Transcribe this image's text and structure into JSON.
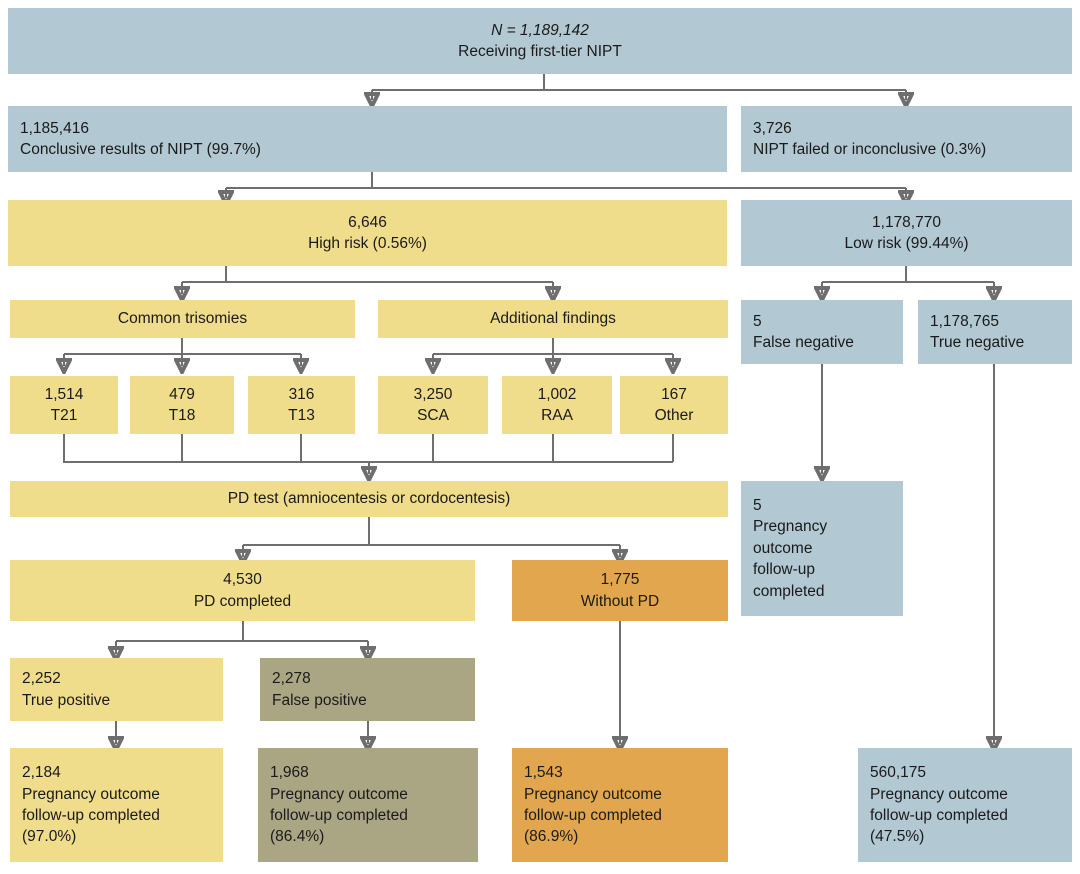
{
  "diagram": {
    "title": "NIPT first-tier screening flowchart",
    "palette": {
      "blue": "#b2c8d2",
      "yellow": "#f0dd8c",
      "olive": "#aaa684",
      "orange": "#e2a64f",
      "connector": "#6e6e6e",
      "text": "#1a1a1a",
      "background": "#ffffff"
    },
    "nodes": {
      "total_cohort": {
        "count": "N = 1,189,142",
        "label": "Receiving first-tier NIPT",
        "color": "blue"
      },
      "conclusive": {
        "count": "1,185,416",
        "label": "Conclusive results of NIPT (99.7%)",
        "color": "blue"
      },
      "failed": {
        "count": "3,726",
        "label": "NIPT failed or inconclusive (0.3%)",
        "color": "blue"
      },
      "high_risk": {
        "count": "6,646",
        "label": "High risk (0.56%)",
        "color": "yellow"
      },
      "low_risk": {
        "count": "1,178,770",
        "label": "Low risk (99.44%)",
        "color": "blue"
      },
      "common_trisomies": {
        "count": "",
        "label": "Common trisomies",
        "color": "yellow"
      },
      "additional_findings": {
        "count": "",
        "label": "Additional findings",
        "color": "yellow"
      },
      "t21": {
        "count": "1,514",
        "label": "T21",
        "color": "yellow"
      },
      "t18": {
        "count": "479",
        "label": "T18",
        "color": "yellow"
      },
      "t13": {
        "count": "316",
        "label": "T13",
        "color": "yellow"
      },
      "sca": {
        "count": "3,250",
        "label": "SCA",
        "color": "yellow"
      },
      "raa": {
        "count": "1,002",
        "label": "RAA",
        "color": "yellow"
      },
      "other": {
        "count": "167",
        "label": "Other",
        "color": "yellow"
      },
      "false_negative": {
        "count": "5",
        "label": "False negative",
        "color": "blue"
      },
      "true_negative": {
        "count": "1,178,765",
        "label": "True negative",
        "color": "blue"
      },
      "pd_test": {
        "count": "",
        "label": "PD test (amniocentesis or cordocentesis)",
        "color": "yellow"
      },
      "pd_completed": {
        "count": "4,530",
        "label": "PD completed",
        "color": "yellow"
      },
      "without_pd": {
        "count": "1,775",
        "label": "Without PD",
        "color": "orange"
      },
      "fn_followup": {
        "count": "5",
        "label": "Pregnancy\noutcome\nfollow-up\ncompleted",
        "color": "blue"
      },
      "true_positive": {
        "count": "2,252",
        "label": "True positive",
        "color": "yellow"
      },
      "false_positive": {
        "count": "2,278",
        "label": "False positive",
        "color": "olive"
      },
      "tp_followup": {
        "count": "2,184",
        "label": "Pregnancy outcome\nfollow-up completed\n(97.0%)",
        "color": "yellow"
      },
      "fp_followup": {
        "count": "1,968",
        "label": "Pregnancy outcome\nfollow-up completed\n(86.4%)",
        "color": "olive"
      },
      "nopd_followup": {
        "count": "1,543",
        "label": "Pregnancy outcome\nfollow-up completed\n(86.9%)",
        "color": "orange"
      },
      "tn_followup": {
        "count": "560,175",
        "label": "Pregnancy outcome\nfollow-up completed\n(47.5%)",
        "color": "blue"
      }
    }
  }
}
